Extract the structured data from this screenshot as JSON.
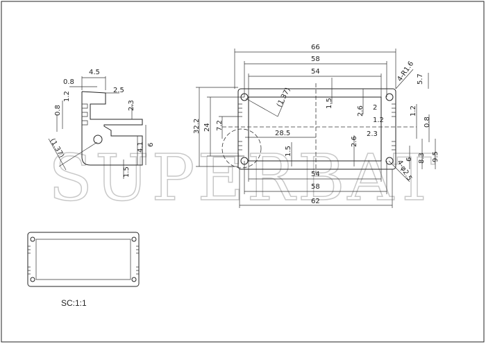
{
  "watermark": "SUPERBAT",
  "scale_label": "SC:1:1",
  "detail_view": {
    "dims": [
      "4.5",
      "0.8",
      "2.5",
      "1.2",
      "2.3",
      "0.8",
      "6",
      "4.1",
      "1.5",
      "(1.37)"
    ]
  },
  "main_view": {
    "top_dims": [
      "66",
      "58",
      "54"
    ],
    "bottom_dims": [
      "54",
      "58",
      "62"
    ],
    "left_dims": [
      "32.2",
      "24",
      "7.2"
    ],
    "center_dims": [
      "28.5",
      "1.5",
      "1.5",
      "2.6",
      "2.6",
      "(1.37)"
    ],
    "right_dims": [
      "5.7",
      "2",
      "1.2",
      "1.2",
      "0.8",
      "2.3",
      "6",
      "8.3",
      "9.5"
    ],
    "callouts": [
      "4-R1.6",
      "4-φ2.5"
    ]
  }
}
